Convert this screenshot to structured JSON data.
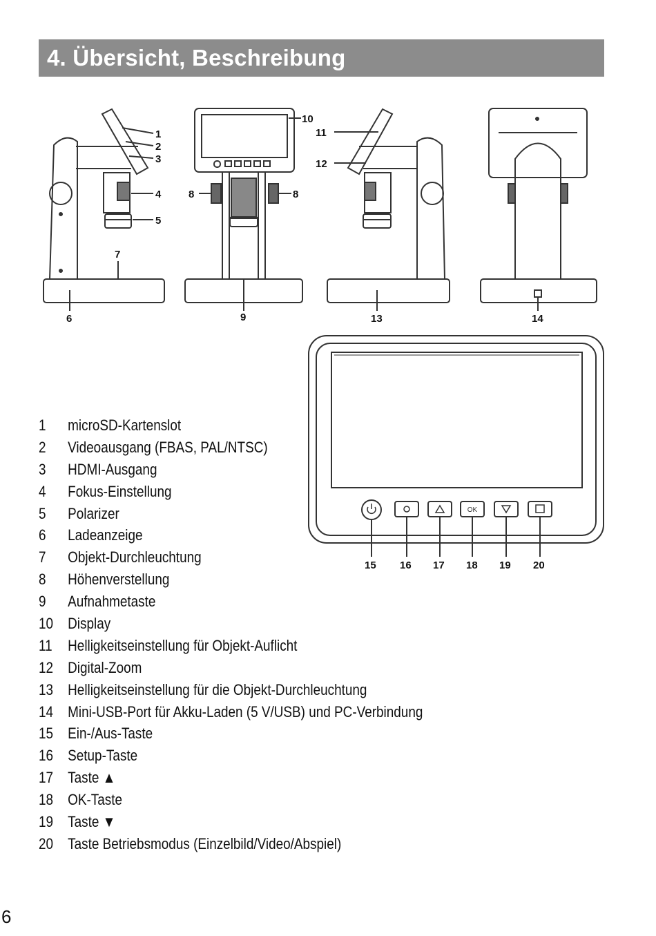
{
  "header": {
    "title": "4. Übersicht, Beschreibung"
  },
  "figure_labels": {
    "l1": "1",
    "l2": "2",
    "l3": "3",
    "l4": "4",
    "l5": "5",
    "l6": "6",
    "l7": "7",
    "l8a": "8",
    "l8b": "8",
    "l9": "9",
    "l10": "10",
    "l11": "11",
    "l12": "12",
    "l13": "13",
    "l14": "14",
    "l15": "15",
    "l16": "16",
    "l17": "17",
    "l18": "18",
    "l19": "19",
    "l20": "20"
  },
  "display_buttons": {
    "ok_label": "OK"
  },
  "items": [
    {
      "num": "1",
      "text": "microSD-Kartenslot"
    },
    {
      "num": "2",
      "text": "Videoausgang (FBAS, PAL/NTSC)"
    },
    {
      "num": "3",
      "text": "HDMI-Ausgang"
    },
    {
      "num": "4",
      "text": "Fokus-Einstellung"
    },
    {
      "num": "5",
      "text": "Polarizer"
    },
    {
      "num": "6",
      "text": "Ladeanzeige"
    },
    {
      "num": "7",
      "text": "Objekt-Durchleuchtung"
    },
    {
      "num": "8",
      "text": "Höhenverstellung"
    },
    {
      "num": "9",
      "text": "Aufnahmetaste"
    },
    {
      "num": "10",
      "text": "Display"
    },
    {
      "num": "11",
      "text": "Helligkeitseinstellung für Objekt-Auflicht"
    },
    {
      "num": "12",
      "text": "Digital-Zoom"
    },
    {
      "num": "13",
      "text": "Helligkeitseinstellung für die Objekt-Durchleuchtung"
    },
    {
      "num": "14",
      "text": "Mini-USB-Port für Akku-Laden (5 V/USB) und PC-Verbindung"
    },
    {
      "num": "15",
      "text": "Ein-/Aus-Taste"
    },
    {
      "num": "16",
      "text": "Setup-Taste"
    },
    {
      "num": "17",
      "text": "Taste ▲"
    },
    {
      "num": "18",
      "text": "OK-Taste"
    },
    {
      "num": "19",
      "text": "Taste ▼"
    },
    {
      "num": "20",
      "text": "Taste Betriebsmodus (Einzelbild/Video/Abspiel)"
    }
  ],
  "page_number": "6"
}
